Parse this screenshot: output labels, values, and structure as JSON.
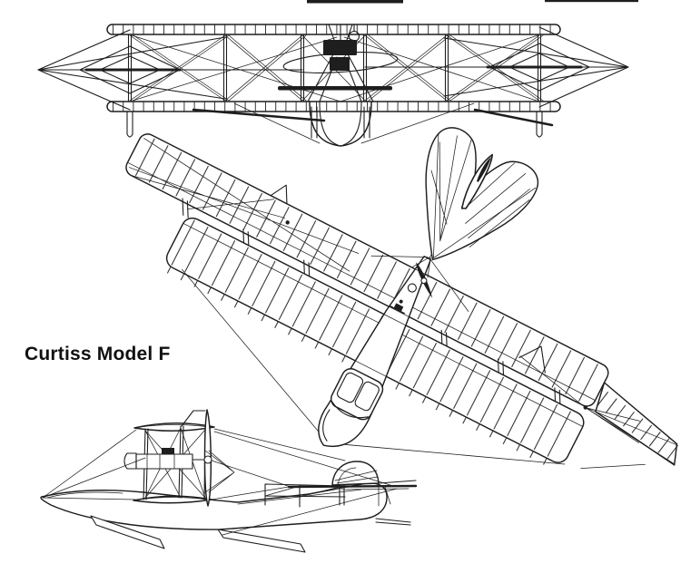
{
  "page": {
    "background_color": "#ffffff",
    "ink_color": "#1e1e1e"
  },
  "title": {
    "label": "Curtiss Model F"
  },
  "drawing": {
    "subject": "Curtiss Model F",
    "views": [
      {
        "name": "front-view"
      },
      {
        "name": "rotated-plan-view"
      },
      {
        "name": "side-view"
      }
    ]
  }
}
